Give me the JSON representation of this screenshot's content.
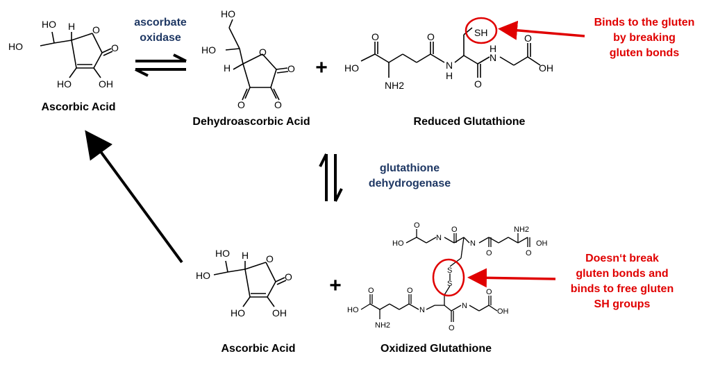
{
  "colors": {
    "enzyme": "#1f3864",
    "annotation": "#e00000",
    "black": "#000000"
  },
  "top_row": {
    "ascorbic_acid_label": "Ascorbic Acid",
    "enzyme_1": {
      "line1": "ascorbate",
      "line2": "oxidase"
    },
    "dehydroascorbic_label": "Dehydroascorbic Acid",
    "plus": "+",
    "reduced_glutathione_label": "Reduced Glutathione"
  },
  "middle": {
    "enzyme_2": {
      "line1": "glutathione",
      "line2": "dehydrogenase"
    }
  },
  "bottom_row": {
    "ascorbic_acid_label": "Ascorbic Acid",
    "plus": "+",
    "oxidized_glutathione_label": "Oxidized Glutathione"
  },
  "annotations": {
    "top": {
      "line1": "Binds to the gluten",
      "line2": "by breaking",
      "line3": "gluten bonds"
    },
    "bottom": {
      "line1": "Doesn‘t break",
      "line2": "gluten bonds and",
      "line3": "binds to free gluten",
      "line4": "SH groups"
    }
  },
  "atoms": {
    "ho": "HO",
    "oh": "OH",
    "o": "O",
    "h": "H",
    "nh2": "NH2",
    "nh": "N",
    "sh": "SH",
    "s": "S"
  }
}
